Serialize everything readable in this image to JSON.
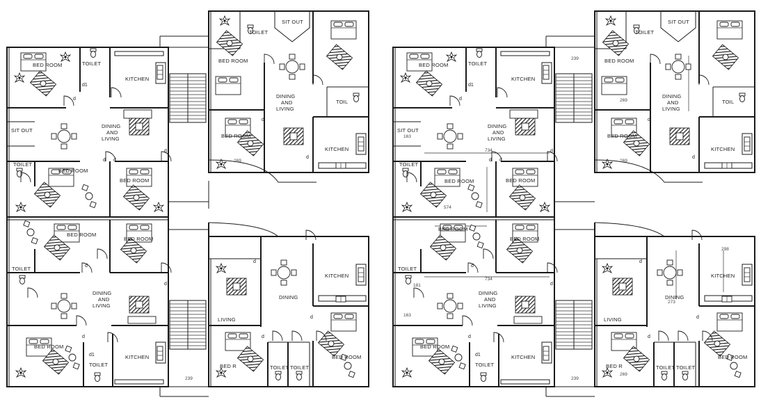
{
  "labels": {
    "bedroom": "BED ROOM",
    "bedroom_split": "BED R",
    "toilet": "TOILET",
    "toilet_split": "TOIL",
    "kitchen": "KITCHEN",
    "dining_living_1": "DINING",
    "dining_living_2": "AND",
    "dining_living_3": "LIVING",
    "dining": "DINING",
    "living": "LIVING",
    "sitout": "SIT OUT",
    "door": "d",
    "d1": "d1"
  },
  "dims": {
    "d239": "239",
    "d269": "269",
    "d163": "163",
    "d734": "734",
    "d298": "298",
    "d273": "273",
    "d574": "574",
    "d181": "181"
  },
  "colors": {
    "line": "#1a1a1a",
    "bg": "#ffffff"
  }
}
